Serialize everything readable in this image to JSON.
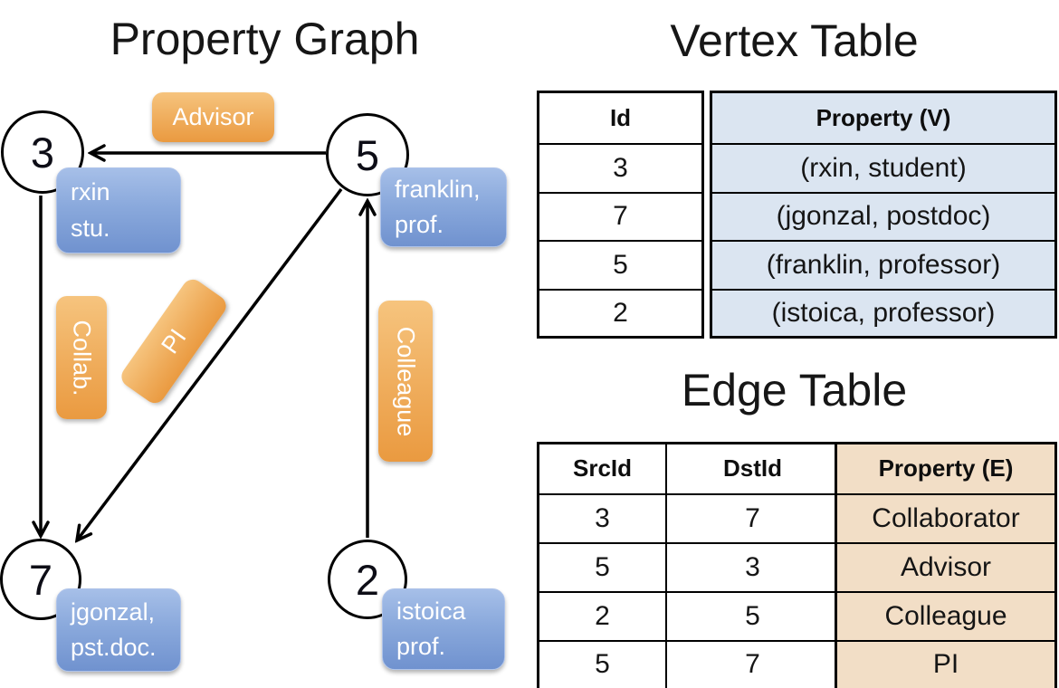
{
  "graph": {
    "title": "Property Graph",
    "nodes": [
      {
        "id": "3",
        "property_lines": [
          "rxin",
          "stu."
        ]
      },
      {
        "id": "5",
        "property_lines": [
          "franklin,",
          "prof."
        ]
      },
      {
        "id": "7",
        "property_lines": [
          "jgonzal,",
          "pst.doc."
        ]
      },
      {
        "id": "2",
        "property_lines": [
          "istoica",
          "prof."
        ]
      }
    ],
    "edges": [
      {
        "src": "5",
        "dst": "3",
        "label": "Advisor"
      },
      {
        "src": "3",
        "dst": "7",
        "label": "Collab."
      },
      {
        "src": "5",
        "dst": "7",
        "label": "PI"
      },
      {
        "src": "2",
        "dst": "5",
        "label": "Colleague"
      }
    ]
  },
  "vertex_table": {
    "title": "Vertex Table",
    "columns": {
      "id": "Id",
      "property": "Property (V)"
    },
    "rows": [
      {
        "id": "3",
        "property": "(rxin, student)"
      },
      {
        "id": "7",
        "property": "(jgonzal, postdoc)"
      },
      {
        "id": "5",
        "property": "(franklin, professor)"
      },
      {
        "id": "2",
        "property": "(istoica, professor)"
      }
    ]
  },
  "edge_table": {
    "title": "Edge Table",
    "columns": {
      "src": "SrcId",
      "dst": "DstId",
      "property": "Property (E)"
    },
    "rows": [
      {
        "src": "3",
        "dst": "7",
        "property": "Collaborator"
      },
      {
        "src": "5",
        "dst": "3",
        "property": "Advisor"
      },
      {
        "src": "2",
        "dst": "5",
        "property": "Colleague"
      },
      {
        "src": "5",
        "dst": "7",
        "property": "PI"
      }
    ]
  },
  "colors": {
    "edge_label_fill_top": "#F6C47E",
    "edge_label_fill_bottom": "#EA9A40",
    "vertex_label_fill_top": "#A6BFE8",
    "vertex_label_fill_bottom": "#7092CF",
    "vertex_property_cell_bg": "#DBE5F1",
    "edge_property_cell_bg": "#F2DEC6",
    "line_color": "#000000"
  }
}
